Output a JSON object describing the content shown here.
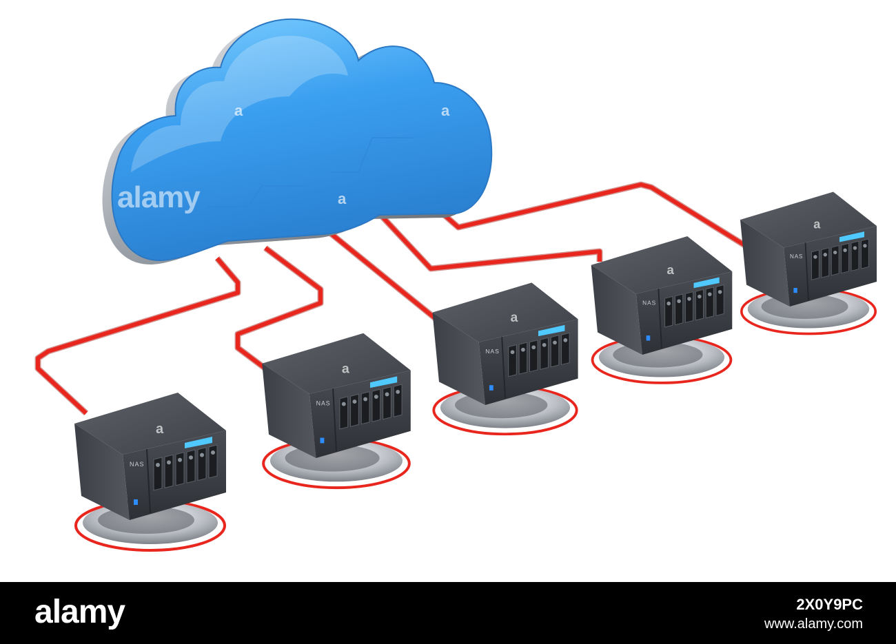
{
  "watermark": {
    "main": "alamy",
    "mark": "a"
  },
  "nas_devices": [
    {
      "label": "NAS"
    },
    {
      "label": "NAS"
    },
    {
      "label": "NAS"
    },
    {
      "label": "NAS"
    },
    {
      "label": "NAS"
    }
  ],
  "footer": {
    "brand": "alamy",
    "image_id": "2X0Y9PC",
    "site": "www.alamy.com"
  },
  "colors": {
    "cloud": "#3f9fe6",
    "cable": "#e8261d",
    "nas_body": "#3a3d42",
    "footer_bg": "#000000"
  }
}
